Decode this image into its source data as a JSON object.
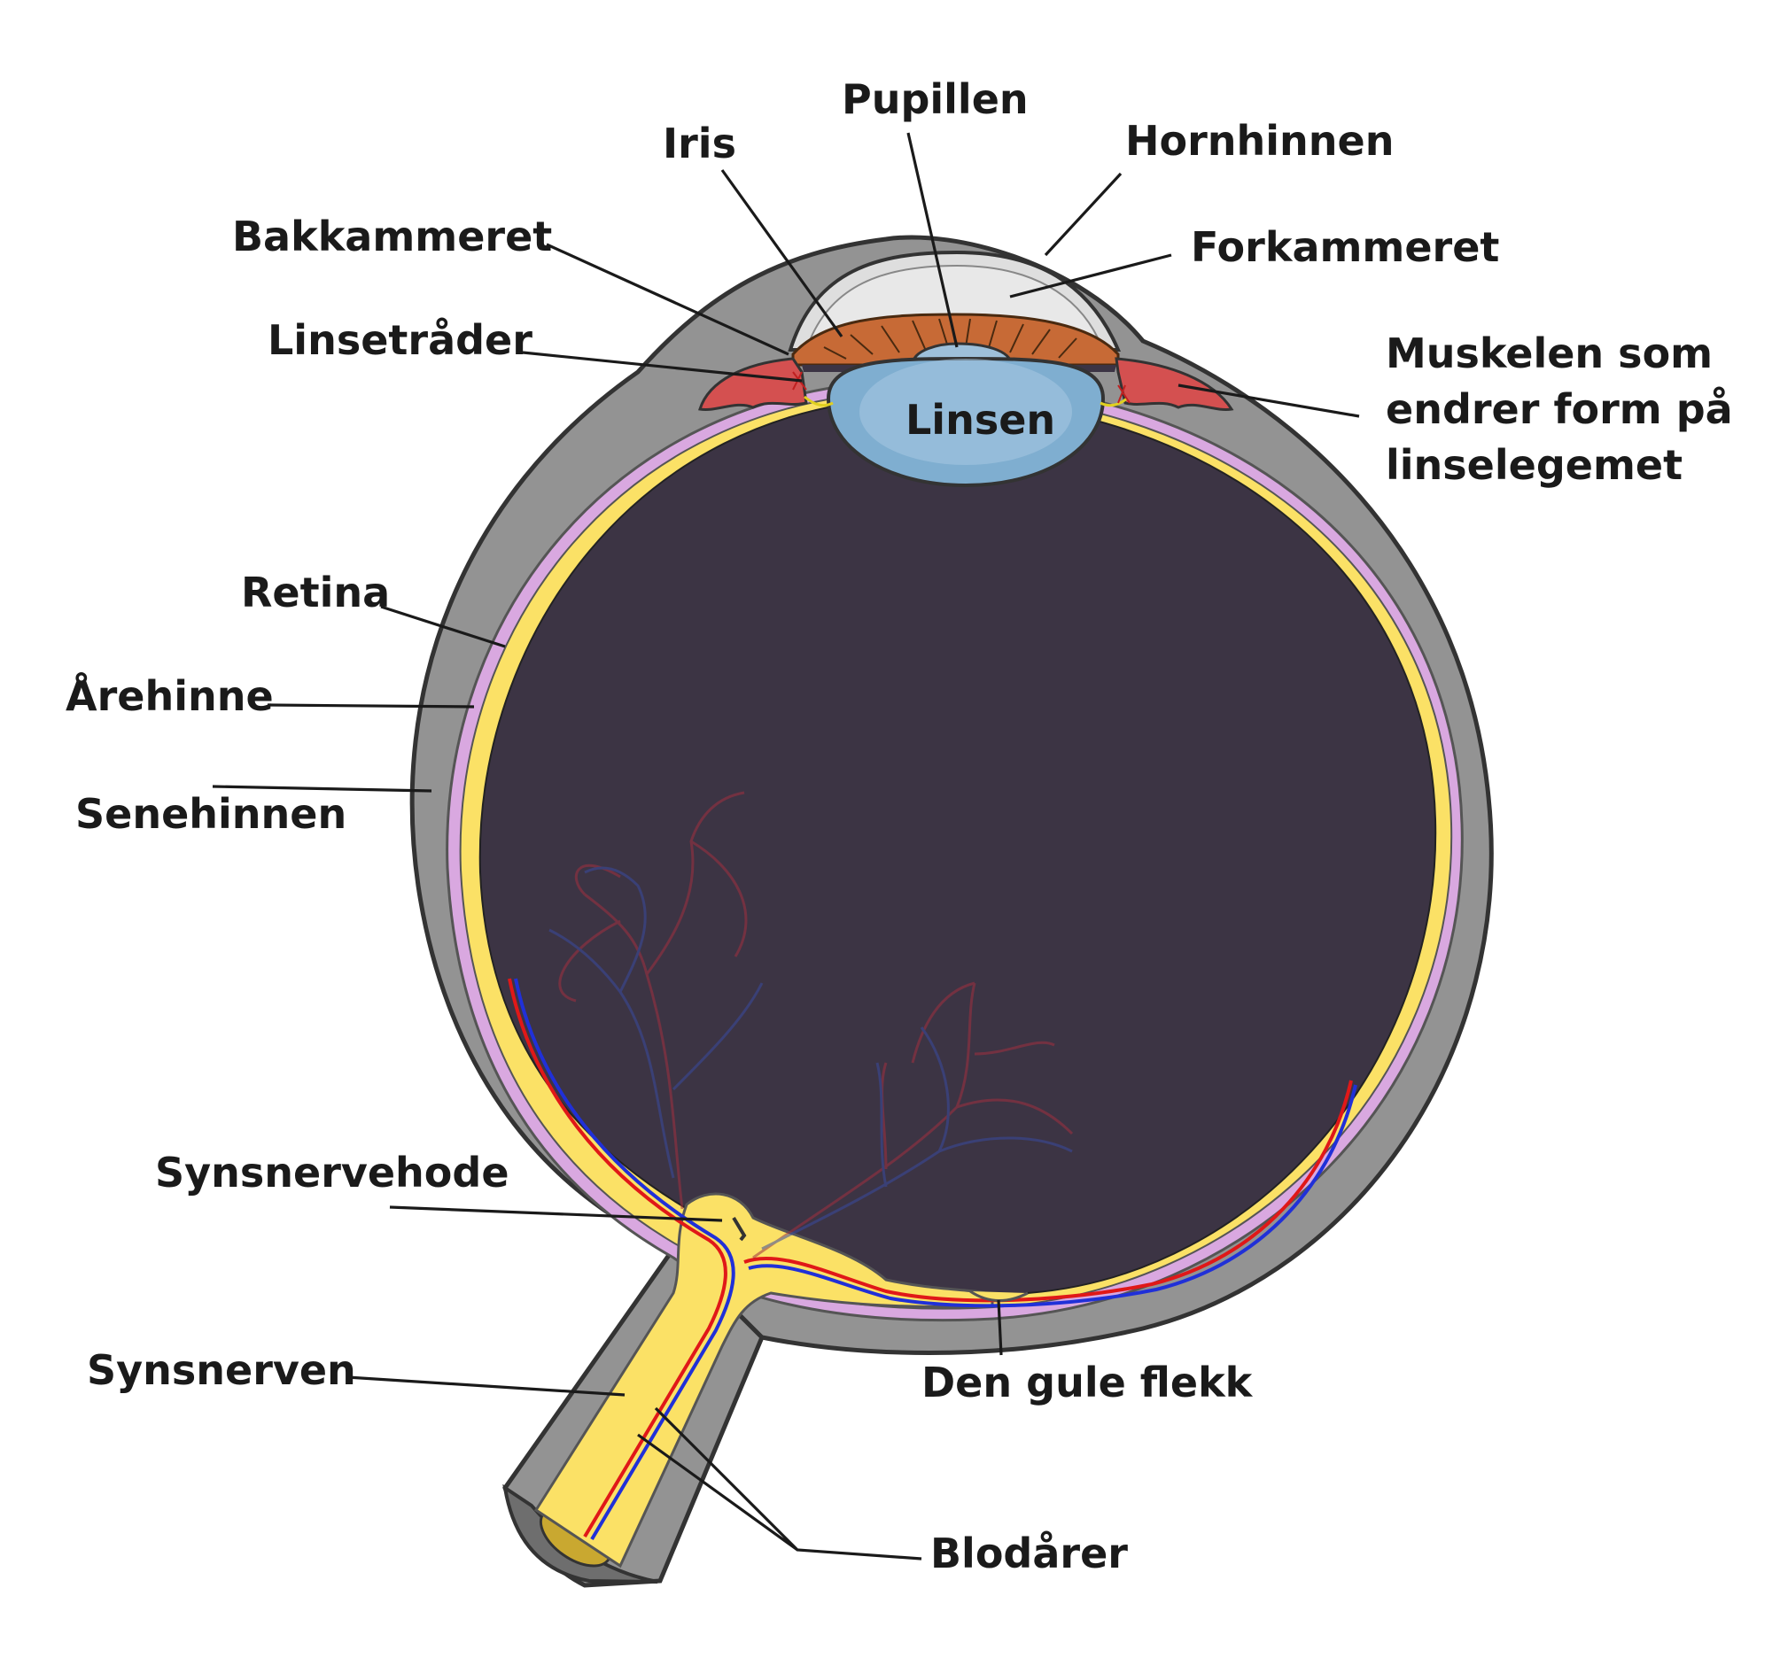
{
  "colors": {
    "sclera": "#939393",
    "sclera_edge": "#333333",
    "choroid": "#d9a8e0",
    "retina": "#fbe166",
    "vitreous": "#3c3444",
    "lens": "#7faed0",
    "iris": "#c76a36",
    "ciliary_muscle": "#d45050",
    "cornea_chamber": "#dedede",
    "artery": "#e01818",
    "vein": "#2030d8"
  },
  "labels": {
    "pupil": "Pupillen",
    "iris": "Iris",
    "cornea": "Hornhinnen",
    "posterior_chamber": "Bakkammeret",
    "anterior_chamber": "Forkammeret",
    "zonular_fibers": "Linsetråder",
    "ciliary_muscle_line1": "Muskelen som",
    "ciliary_muscle_line2": "endrer form på",
    "ciliary_muscle_line3": "linselegemet",
    "lens": "Linsen",
    "retina": "Retina",
    "choroid": "Årehinne",
    "sclera": "Senehinnen",
    "optic_disc": "Synsnervehode",
    "optic_nerve": "Synsnerven",
    "macula": "Den gule flekk",
    "blood_vessels": "Blodårer"
  }
}
